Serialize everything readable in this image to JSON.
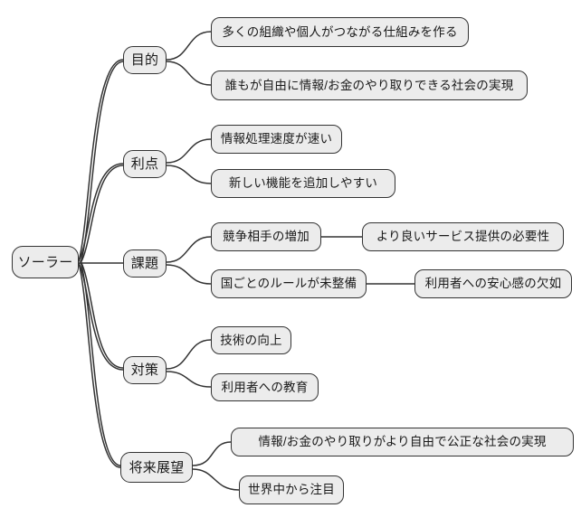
{
  "diagram": {
    "type": "mindmap",
    "root": {
      "label": "ソーラー"
    },
    "branches": [
      {
        "label": "目的",
        "children": [
          {
            "label": "多くの組織や個人がつながる仕組みを作る"
          },
          {
            "label": "誰もが自由に情報/お金のやり取りできる社会の実現"
          }
        ]
      },
      {
        "label": "利点",
        "children": [
          {
            "label": "情報処理速度が速い"
          },
          {
            "label": "新しい機能を追加しやすい"
          }
        ]
      },
      {
        "label": "課題",
        "children": [
          {
            "label": "競争相手の増加",
            "children": [
              {
                "label": "より良いサービス提供の必要性"
              }
            ]
          },
          {
            "label": "国ごとのルールが未整備",
            "children": [
              {
                "label": "利用者への安心感の欠如"
              }
            ]
          }
        ]
      },
      {
        "label": "対策",
        "children": [
          {
            "label": "技術の向上"
          },
          {
            "label": "利用者への教育"
          }
        ]
      },
      {
        "label": "将来展望",
        "children": [
          {
            "label": "情報/お金のやり取りがより自由で公正な社会の実現"
          },
          {
            "label": "世界中から注目"
          }
        ]
      }
    ],
    "colors": {
      "node_fill": "#ececec",
      "node_border": "#333333",
      "edge": "#333333",
      "background": "#ffffff"
    }
  }
}
